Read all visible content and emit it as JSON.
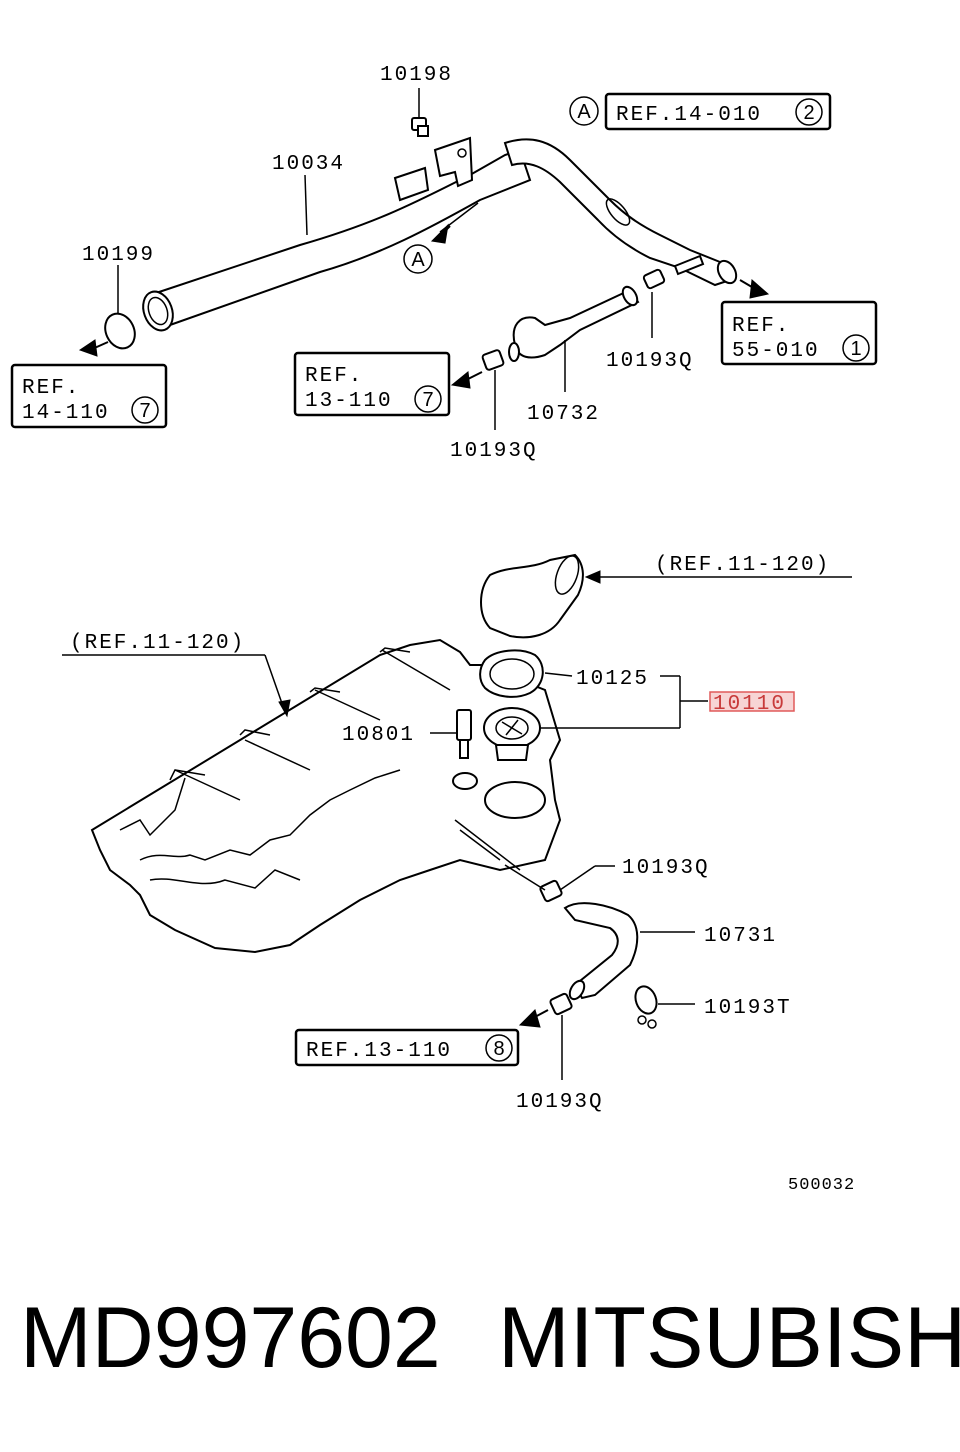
{
  "upper": {
    "parts": {
      "p10198": "10198",
      "p10034": "10034",
      "p10199": "10199",
      "p10193q_right": "10193Q",
      "p10732": "10732",
      "p10193q_left": "10193Q"
    },
    "refs": {
      "ref_14_010": {
        "text": "REF.14-010",
        "num": "2"
      },
      "ref_55_010": {
        "line1": "REF.",
        "line2": "55-010",
        "num": "1"
      },
      "ref_14_110": {
        "line1": "REF.",
        "line2": "14-110",
        "num": "7"
      },
      "ref_13_110": {
        "line1": "REF.",
        "line2": "13-110",
        "num": "7"
      }
    },
    "marker_a": "A"
  },
  "lower": {
    "parts": {
      "p10125": "10125",
      "p10110": "10110",
      "p10801": "10801",
      "p10193q_top": "10193Q",
      "p10731": "10731",
      "p10193t": "10193T",
      "p10193q_bottom": "10193Q"
    },
    "refs": {
      "ref_11_120_right": "(REF.11-120)",
      "ref_11_120_left": "(REF.11-120)",
      "ref_13_110": {
        "text": "REF.13-110",
        "num": "8"
      }
    }
  },
  "diagram_code": "500032",
  "footer": {
    "part_number": "MD997602",
    "brand": "MITSUBISHI"
  }
}
